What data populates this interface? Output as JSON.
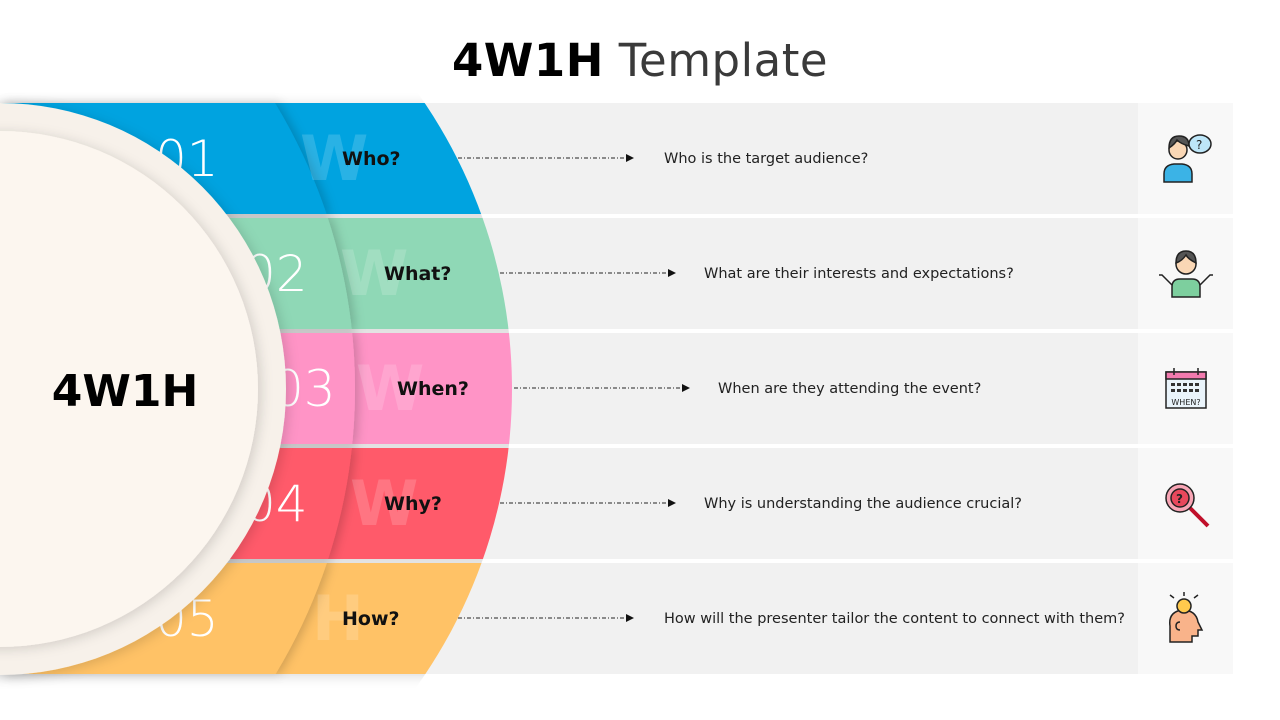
{
  "title": {
    "bold": "4W1H",
    "light": "Template"
  },
  "center_label": "4W1H",
  "colors": {
    "who": "#00A3E0",
    "what": "#8FD8B6",
    "when": "#FF94C6",
    "why": "#FF5A6A",
    "how": "#FFC266",
    "panel": "#F1F1F1",
    "icon_panel": "#F8F8F8",
    "center": "#FCF6EF"
  },
  "rows": [
    {
      "number": "01",
      "watermark": "W",
      "question": "Who?",
      "description": "Who is the target audience?",
      "icon": "person-question-icon"
    },
    {
      "number": "02",
      "watermark": "W",
      "question": "What?",
      "description": "What are their interests and expectations?",
      "icon": "person-shrug-icon"
    },
    {
      "number": "03",
      "watermark": "W",
      "question": "When?",
      "description": "When are they attending the event?",
      "icon": "calendar-when-icon",
      "icon_text": "WHEN?"
    },
    {
      "number": "04",
      "watermark": "W",
      "question": "Why?",
      "description": "Why is understanding the audience crucial?",
      "icon": "magnifier-question-icon"
    },
    {
      "number": "05",
      "watermark": "H",
      "question": "How?",
      "description": "How will the presenter tailor the content to connect with them?",
      "icon": "head-lightbulb-icon"
    }
  ]
}
